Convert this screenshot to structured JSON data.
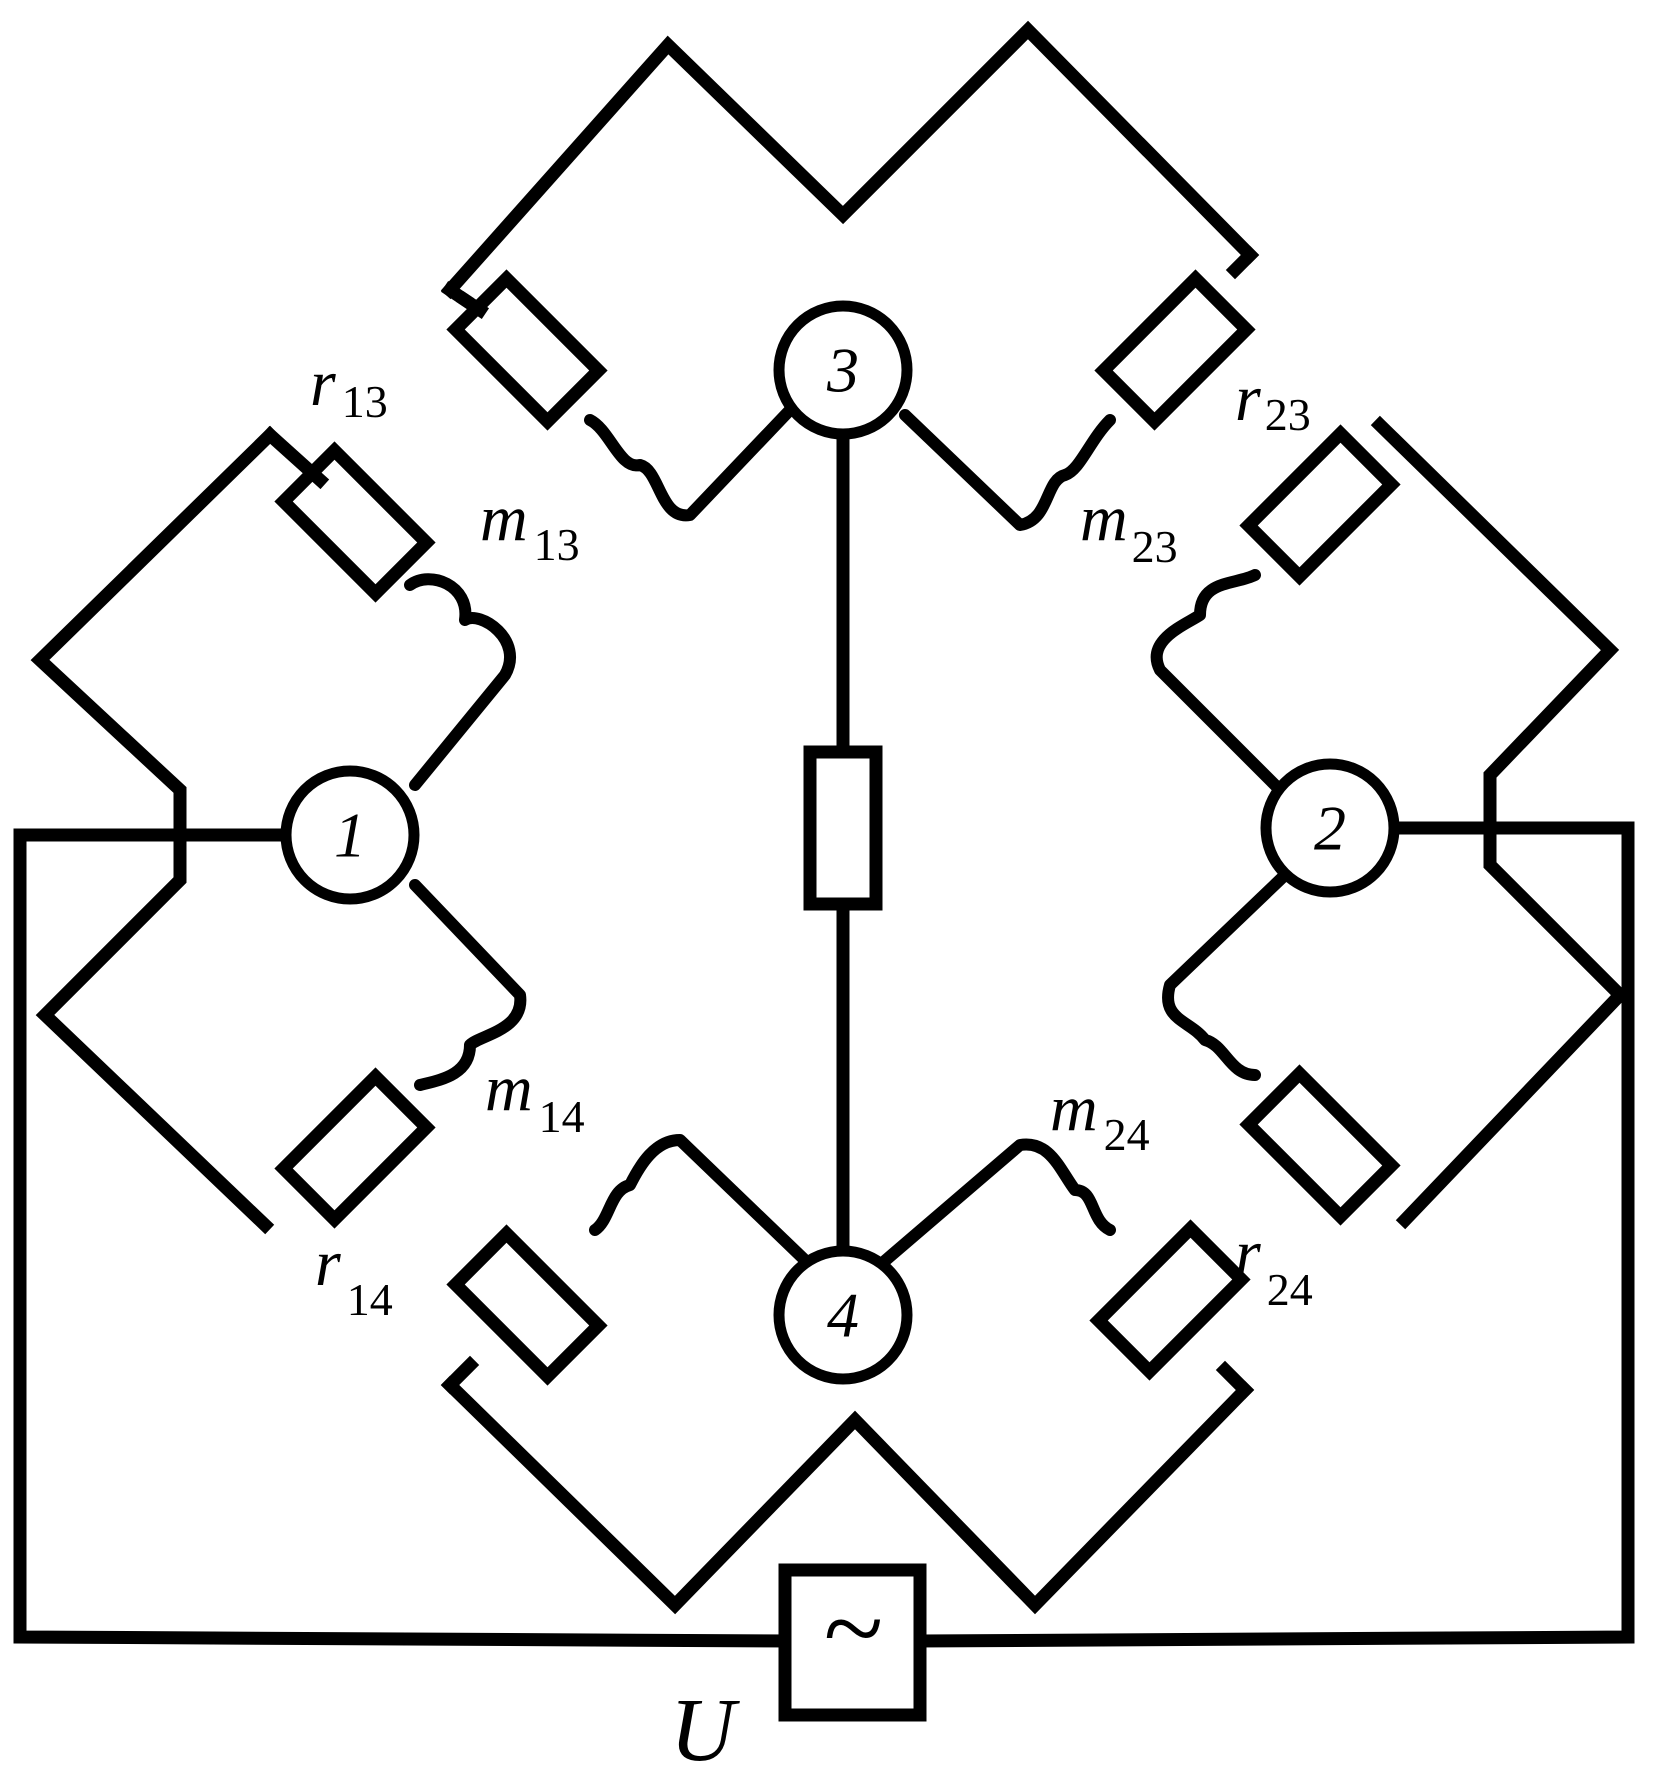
{
  "nodes": [
    {
      "id": "n1",
      "label": "1"
    },
    {
      "id": "n2",
      "label": "2"
    },
    {
      "id": "n3",
      "label": "3"
    },
    {
      "id": "n4",
      "label": "4"
    }
  ],
  "labels": {
    "r13": {
      "sym": "r",
      "sub": "13"
    },
    "m13": {
      "sym": "m",
      "sub": "13"
    },
    "r23": {
      "sym": "r",
      "sub": "23"
    },
    "m23": {
      "sym": "m",
      "sub": "23"
    },
    "r14": {
      "sym": "r",
      "sub": "14"
    },
    "m14": {
      "sym": "m",
      "sub": "14"
    },
    "r24": {
      "sym": "r",
      "sub": "24"
    },
    "m24": {
      "sym": "m",
      "sub": "24"
    },
    "source": "U",
    "source_symbol": "~"
  }
}
